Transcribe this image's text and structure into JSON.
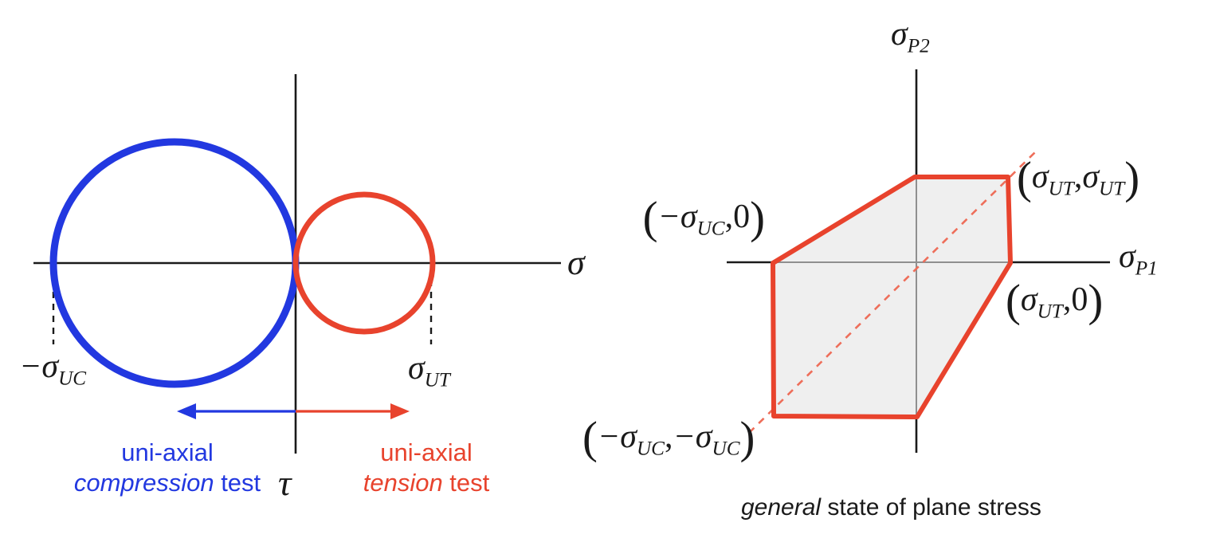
{
  "colors": {
    "blue": "#2238E0",
    "red": "#E8432D",
    "dashed_red": "#EE6E5A",
    "fill_gray": "#EFEFEF",
    "axis_black": "#1A1A1A",
    "axis_gray": "#8F8F8F",
    "text_black": "#1A1A1A"
  },
  "left_diagram": {
    "sigma_axis_label": "σ",
    "tau_axis_label": "τ",
    "neg_sigma_uc": {
      "main": "−σ",
      "sub": "UC"
    },
    "sigma_ut": {
      "main": "σ",
      "sub": "UT"
    },
    "compression_caption": {
      "line1": "uni-axial",
      "line2_italic": "compression",
      "line2_rest": " test"
    },
    "tension_caption": {
      "line1": "uni-axial",
      "line2_italic": "tension",
      "line2_rest": " test"
    }
  },
  "right_diagram": {
    "sigma_p2_axis": {
      "main": "σ",
      "sub": "P2"
    },
    "sigma_p1_axis": {
      "main": "σ",
      "sub": "P1"
    },
    "corner_left": {
      "open": "(",
      "m1": "−σ",
      "s1": "UC",
      "comma": ",",
      "m2": "0",
      "close": ")"
    },
    "corner_top_right": {
      "open": "(",
      "m1": "σ",
      "s1": "UT",
      "comma": ",",
      "m2": "σ",
      "s2": "UT",
      "close": ")"
    },
    "corner_right": {
      "open": "(",
      "m1": "σ",
      "s1": "UT",
      "comma": ",",
      "m2": "0",
      "close": ")"
    },
    "corner_bottom_left": {
      "open": "(",
      "m1": "−σ",
      "s1": "UC",
      "comma": ",",
      "m2": "−σ",
      "s2": "UC",
      "close": ")"
    },
    "caption": {
      "italic": "general",
      "rest": " state of plane stress"
    }
  }
}
